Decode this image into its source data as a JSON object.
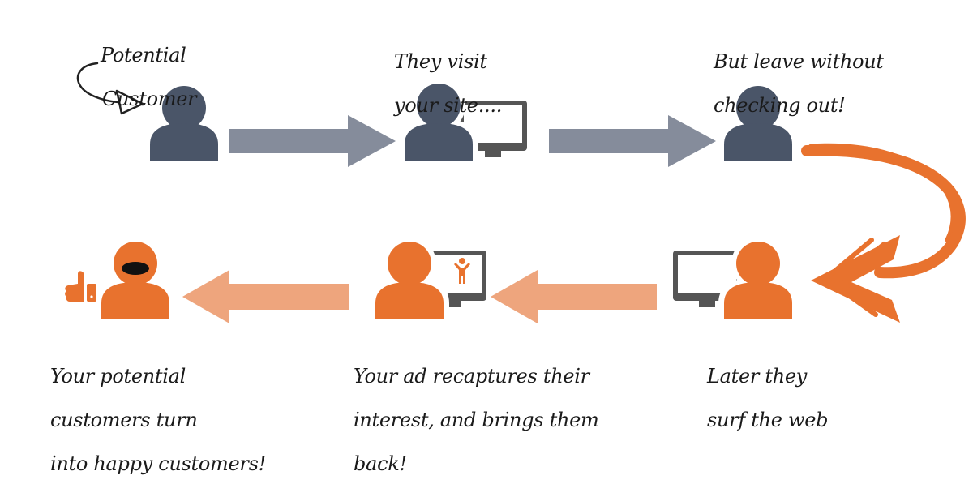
{
  "colors": {
    "person_dark": "#4a5568",
    "monitor_dark": "#555555",
    "arrow_gray": "#858c9b",
    "orange": "#e8722e",
    "arrow_orange": "#eea57d",
    "white": "#ffffff"
  },
  "labels": {
    "potential_customer": [
      "Potential",
      "Customer"
    ],
    "visit_site": [
      "They visit",
      "your site...."
    ],
    "leave": [
      "But leave without",
      "checking out!"
    ],
    "surf_web": [
      "Later they",
      "surf the web"
    ],
    "ad_recaptures": [
      "Your ad recaptures their",
      "interest, and brings them",
      "back!"
    ],
    "happy_customers": [
      "Your potential",
      "customers turn",
      "into happy customers!"
    ]
  },
  "icons": {
    "hand_arrow": "curved-hand-drawn-arrow-icon",
    "person": "person-icon",
    "monitor": "computer-monitor-icon",
    "thumbs_up": "thumbs-up-icon",
    "u_turn": "brush-u-turn-arrow-icon"
  }
}
